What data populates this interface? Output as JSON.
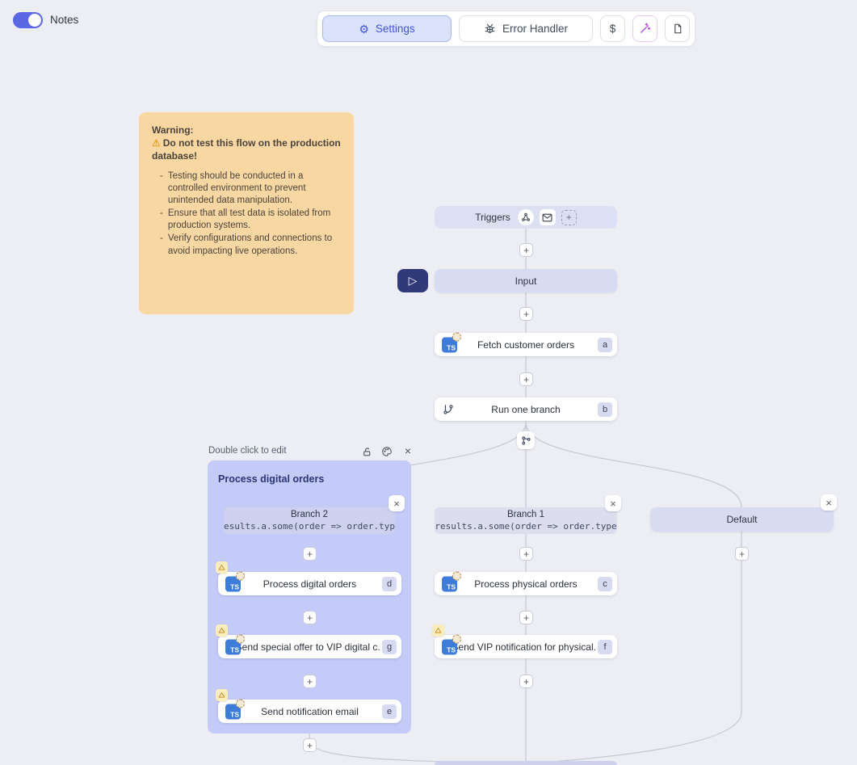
{
  "header": {
    "notes_label": "Notes"
  },
  "toolbar": {
    "settings_label": "Settings",
    "error_handler_label": "Error Handler",
    "dollar_label": "$"
  },
  "note": {
    "title": "Warning:",
    "alert_text": "Do not test this flow on the production database!",
    "bullet_marker": "-",
    "bullets": [
      "Testing should be conducted in a controlled environment to prevent unintended data manipulation.",
      "Ensure that all test data is isolated from production systems.",
      "Verify configurations and connections to avoid impacting live operations."
    ]
  },
  "flow": {
    "triggers_label": "Triggers",
    "input_label": "Input",
    "group": {
      "hint": "Double click to edit",
      "title": "Process digital orders"
    },
    "branches": {
      "branch2": {
        "label": "Branch 2",
        "expr": "results.a.some(order => order.type"
      },
      "branch1": {
        "label": "Branch 1",
        "expr": "results.a.some(order => order.type"
      },
      "default_label": "Default"
    },
    "steps": {
      "fetch": {
        "label": "Fetch customer orders",
        "badge": "a"
      },
      "branch_runner": {
        "label": "Run one branch",
        "badge": "b"
      },
      "process_physical": {
        "label": "Process physical orders",
        "badge": "c"
      },
      "process_digital": {
        "label": "Process digital orders",
        "badge": "d"
      },
      "send_email": {
        "label": "Send notification email",
        "badge": "e"
      },
      "send_vip": {
        "label": "Send VIP notification for physical...",
        "badge": "f"
      },
      "send_special": {
        "label": "Send special offer to VIP digital c...",
        "badge": "g"
      }
    }
  },
  "icons": {
    "gear": "⚙",
    "plus": "+",
    "close": "×",
    "warning": "⚠",
    "ts": "TS",
    "play": "▷"
  },
  "colors": {
    "canvas_bg": "#edeef4",
    "accent_indigo": "#4154dd",
    "group_bg": "#c5cbf8",
    "note_bg": "#f9d7a3",
    "wand_purple": "#b23ad6",
    "play_navy": "#313a78",
    "ts_blue": "#3d7cd8",
    "connector": "#c5c7d3"
  }
}
